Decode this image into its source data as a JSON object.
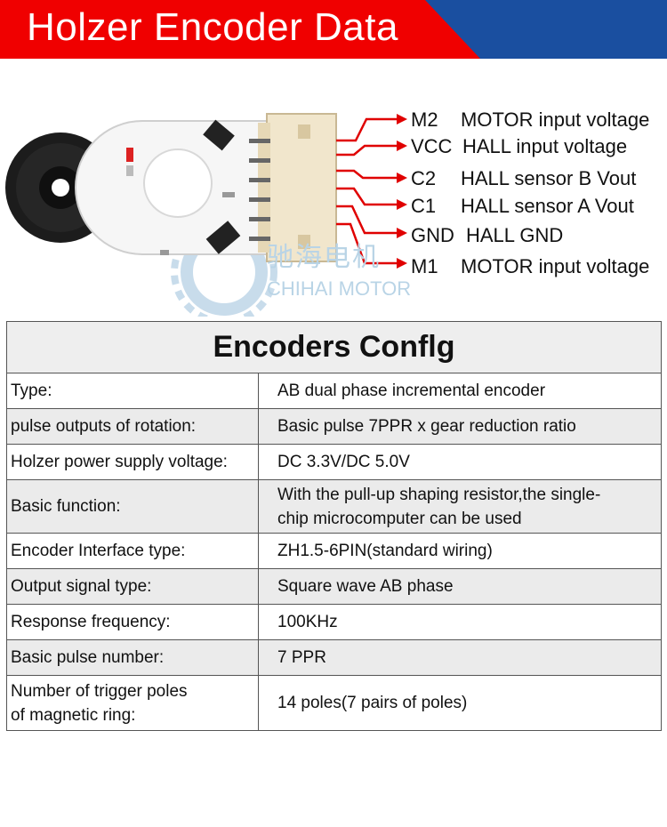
{
  "banner": {
    "title": "Holzer Encoder Data",
    "colors": {
      "red": "#f00000",
      "blue": "#1a4fa0"
    }
  },
  "pinout": [
    {
      "name": "M2",
      "desc": "MOTOR input voltage"
    },
    {
      "name": "VCC",
      "desc": "HALL input voltage"
    },
    {
      "name": "C2",
      "desc": "HALL sensor B Vout"
    },
    {
      "name": "C1",
      "desc": "HALL sensor  A Vout"
    },
    {
      "name": "GND",
      "desc": "HALL  GND"
    },
    {
      "name": "M1",
      "desc": "MOTOR input voltage"
    }
  ],
  "watermark": {
    "cn": "驰海电机",
    "en": "CHIHAI MOTOR"
  },
  "table": {
    "title": "Encoders Conflg",
    "rows": [
      {
        "label": "Type:",
        "value": "AB dual phase incremental encoder"
      },
      {
        "label": "pulse outputs of rotation:",
        "value": "Basic pulse 7PPR x gear reduction ratio"
      },
      {
        "label": "Holzer power supply voltage:",
        "value": "DC 3.3V/DC 5.0V"
      },
      {
        "label": "Basic function:",
        "value_line1": "With the pull-up shaping resistor,the single-",
        "value_line2": "chip microcomputer can be used"
      },
      {
        "label": "Encoder Interface type:",
        "value": "ZH1.5-6PIN(standard wiring)"
      },
      {
        "label": "Output signal type:",
        "value": "Square wave AB phase"
      },
      {
        "label": "Response frequency:",
        "value": "100KHz"
      },
      {
        "label": "Basic pulse number:",
        "value": "7 PPR"
      },
      {
        "label_line1": "Number of trigger poles",
        "label_line2": "of magnetic ring:",
        "value": "14 poles(7 pairs of poles)"
      }
    ]
  }
}
